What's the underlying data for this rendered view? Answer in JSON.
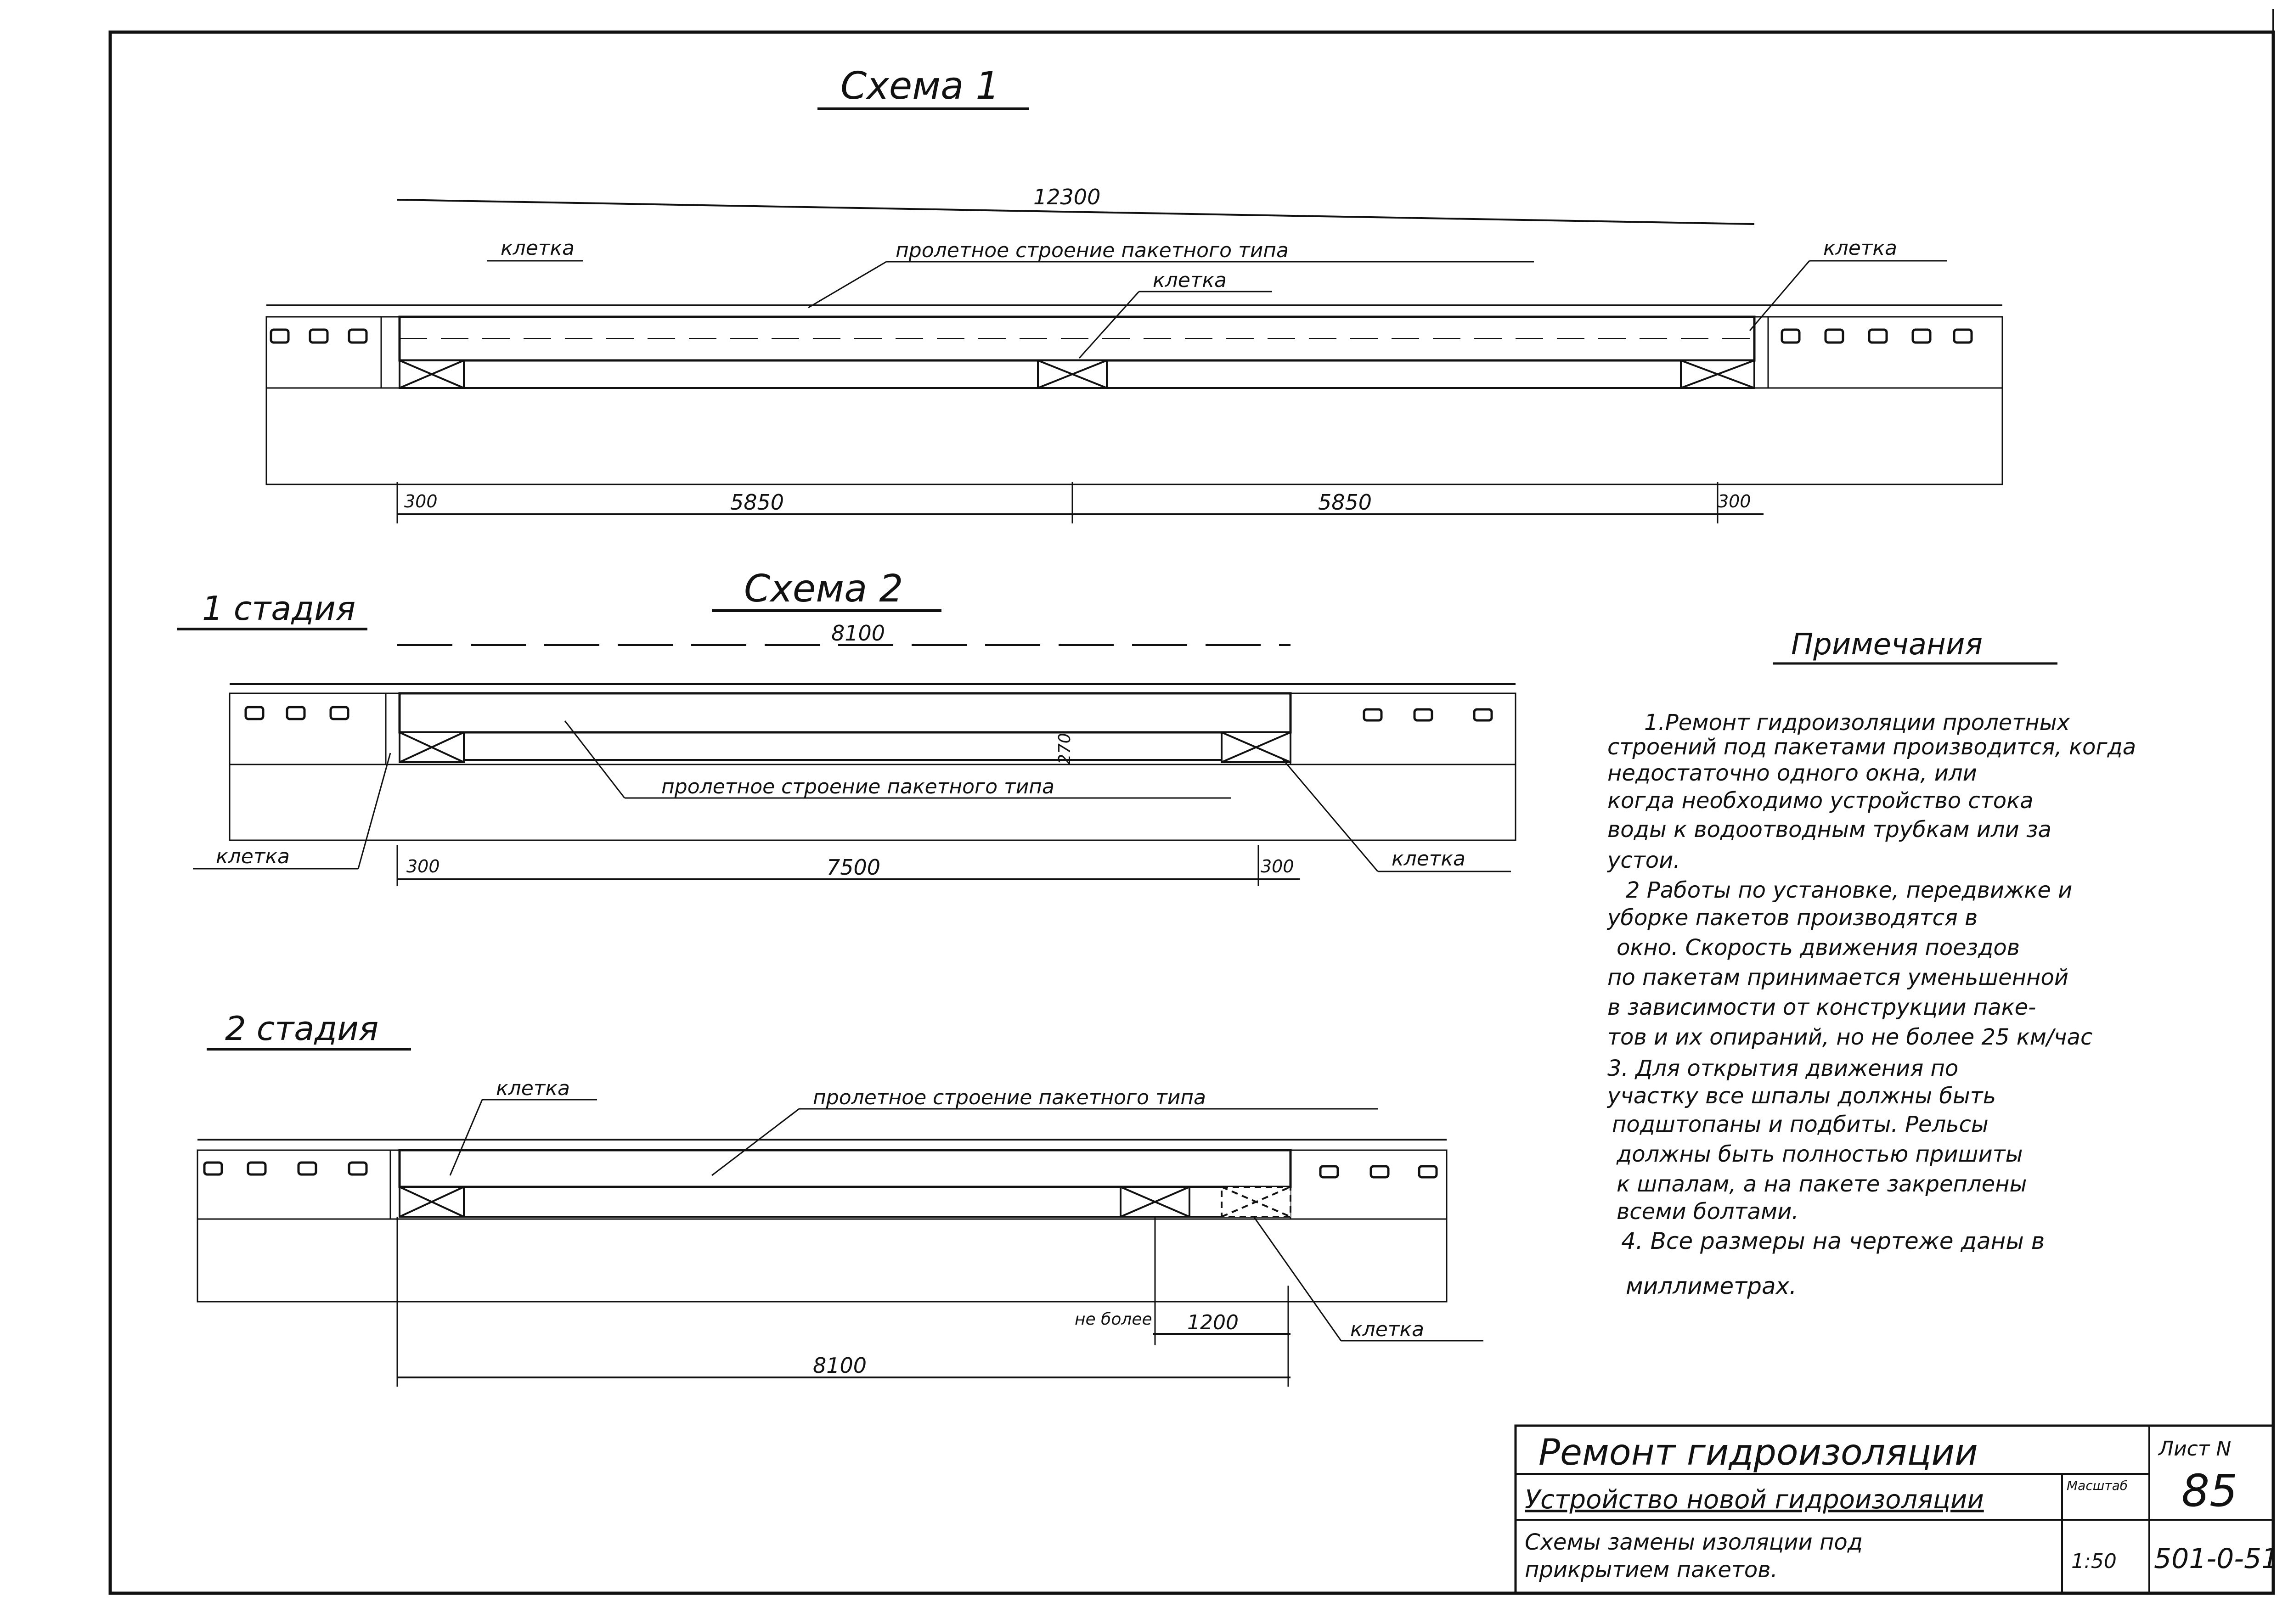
{
  "scheme1": {
    "title": "Схема 1",
    "dim_total": "12300",
    "label_left": "клетка",
    "label_span": "пролетное строение пакетного типа",
    "label_mid": "клетка",
    "label_right": "клеткa",
    "dim_a": "300",
    "dim_b": "5850",
    "dim_c": "5850",
    "dim_d": "300"
  },
  "stage1": {
    "label": "1 стадия",
    "title": "Схема 2",
    "dim_total": "8100",
    "label_height": "270",
    "label_span": "пролетное строение пакетного типа",
    "label_left": "клетка",
    "label_right": "клетка",
    "dim_a": "300",
    "dim_b": "7500",
    "dim_c": "300"
  },
  "stage2": {
    "label": "2 стадия",
    "label_cage": "клетка",
    "label_span": "пролетное строение пакетного типа",
    "label_cage_right": "клетка",
    "label_notmore": "не более",
    "dim_gap": "1200",
    "dim_total": "8100"
  },
  "notes": {
    "title": "Примечания",
    "lines": [
      "1.Ремонт гидроизоляции пролетных",
      "строений под пакетами производится, когда",
      "недостаточно одного окна, или",
      "когда необходимо устройство стока",
      "воды к водоотводным трубкам или за",
      "устои.",
      "2 Работы по установке, передвижке и",
      "уборке пакетов производятся в",
      "окно. Скорость движения поездов",
      "по пакетам принимается уменьшенной",
      "в зависимости от конструкции паке-",
      "тов и их опираний, но не более 25 км/час",
      "3. Для открытия движения по",
      "участку все шпалы должны быть",
      "подштопаны и подбиты. Рельсы",
      "должны быть полностью пришиты",
      "к шпалам, а на пакете закреплены",
      "всеми болтами.",
      "4. Все размеры на чертеже даны в",
      "миллиметрах."
    ]
  },
  "title_block": {
    "title": "Ремонт гидроизоляции",
    "subtitle": "Устройство новой гидроизоляции",
    "description_1": "Схемы замены изоляции под",
    "description_2": "прикрытием пакетов.",
    "sheet_label": "Лист N",
    "sheet_number": "85",
    "scale_label": "Масштаб",
    "scale": "1:50",
    "doc_code": "501-0-51"
  }
}
